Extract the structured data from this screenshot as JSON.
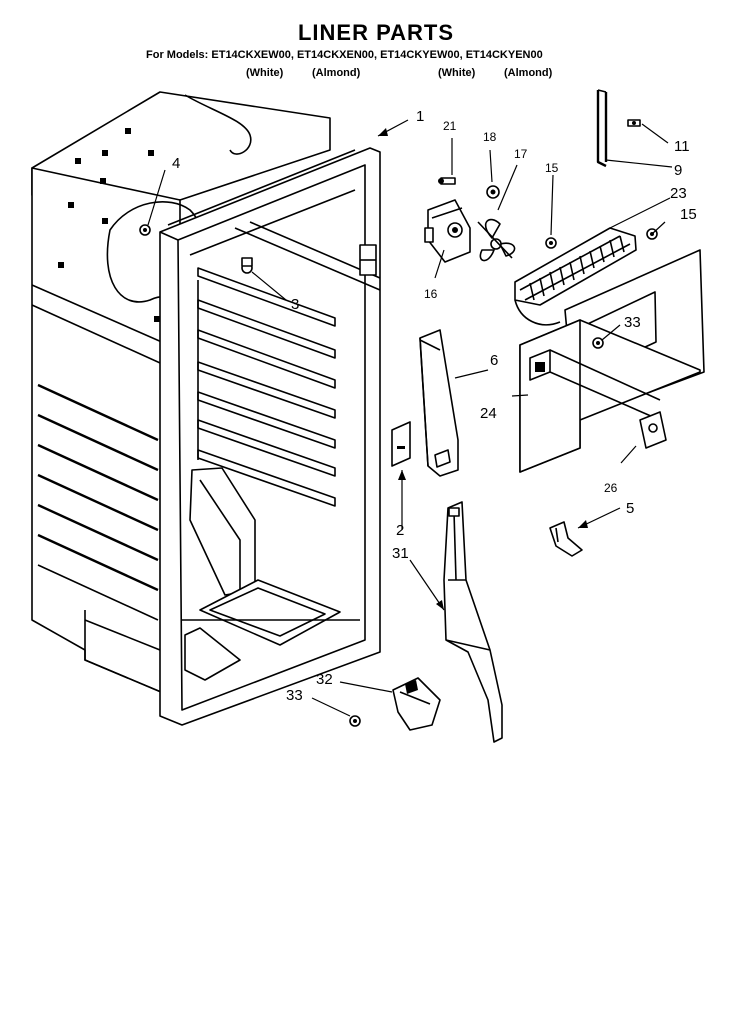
{
  "header": {
    "title": "LINER PARTS",
    "models_line": "For Models: ET14CKXEW00, ET14CKXEN00, ET14CKYEW00, ET14CKYEN00",
    "variants": [
      "(White)",
      "(Almond)",
      "(White)",
      "(Almond)"
    ]
  },
  "callouts": [
    {
      "id": "1",
      "label": "1"
    },
    {
      "id": "2",
      "label": "2"
    },
    {
      "id": "3",
      "label": "3"
    },
    {
      "id": "4",
      "label": "4"
    },
    {
      "id": "5",
      "label": "5"
    },
    {
      "id": "6",
      "label": "6"
    },
    {
      "id": "9",
      "label": "9"
    },
    {
      "id": "11",
      "label": "11"
    },
    {
      "id": "15a",
      "label": "15"
    },
    {
      "id": "15b",
      "label": "15"
    },
    {
      "id": "16",
      "label": "16"
    },
    {
      "id": "17",
      "label": "17"
    },
    {
      "id": "18",
      "label": "18"
    },
    {
      "id": "21",
      "label": "21"
    },
    {
      "id": "23",
      "label": "23"
    },
    {
      "id": "24",
      "label": "24"
    },
    {
      "id": "26",
      "label": "26"
    },
    {
      "id": "31",
      "label": "31"
    },
    {
      "id": "32",
      "label": "32"
    },
    {
      "id": "33a",
      "label": "33"
    },
    {
      "id": "33b",
      "label": "33"
    }
  ]
}
